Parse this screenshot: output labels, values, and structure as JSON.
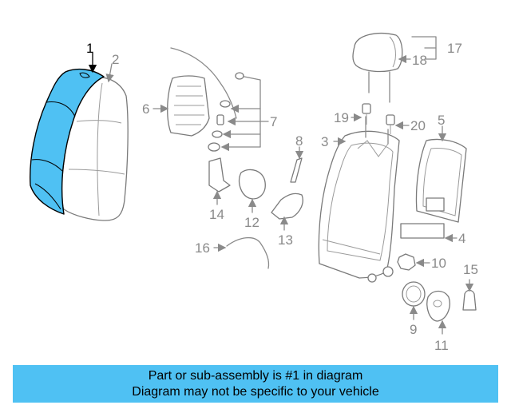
{
  "diagram": {
    "highlight_color": "#4fc1f3",
    "line_color": "#8a8a8a",
    "callouts": {
      "c1": "1",
      "c2": "2",
      "c3": "3",
      "c4": "4",
      "c5": "5",
      "c6": "6",
      "c7": "7",
      "c8": "8",
      "c9": "9",
      "c10": "10",
      "c11": "11",
      "c12": "12",
      "c13": "13",
      "c14": "14",
      "c15": "15",
      "c16": "16",
      "c17": "17",
      "c18": "18",
      "c19": "19",
      "c20": "20"
    }
  },
  "caption": {
    "line1": "Part or sub-assembly is #1 in diagram",
    "line2": "Diagram may not be specific to your vehicle",
    "background": "#4fc1f3"
  }
}
